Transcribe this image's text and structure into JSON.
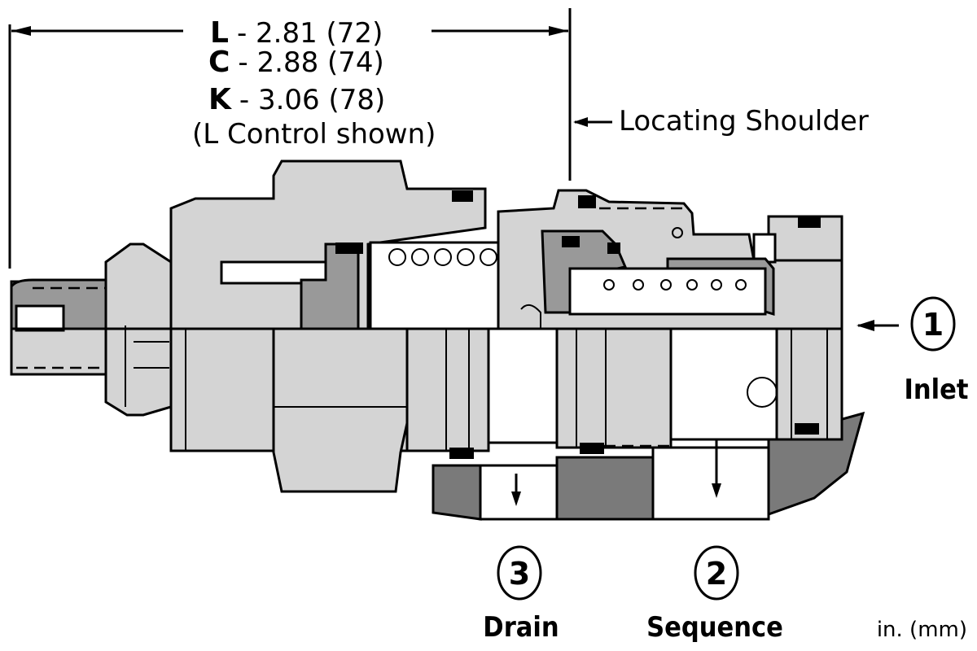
{
  "dimensions": [
    {
      "code": "L",
      "value": "- 2.81 (72)"
    },
    {
      "code": "C",
      "value": "- 2.88 (74)"
    },
    {
      "code": "K",
      "value": "- 3.06 (78)"
    }
  ],
  "dimension_note": "(L Control shown)",
  "callout_shoulder": "Locating Shoulder",
  "ports": [
    {
      "number": "1",
      "label": "Inlet"
    },
    {
      "number": "2",
      "label": "Sequence"
    },
    {
      "number": "3",
      "label": "Drain"
    }
  ],
  "units": "in. (mm)"
}
